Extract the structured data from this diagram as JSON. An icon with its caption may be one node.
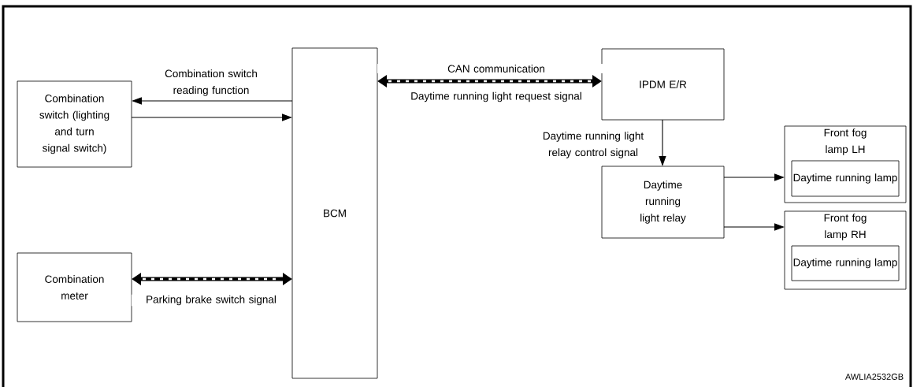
{
  "diagram": {
    "nodes": [
      {
        "text": [
          "Combination switch (lighting and turn signal switch)"
        ]
      },
      {
        "text": [
          "BCM"
        ]
      },
      {
        "text": [
          "IPDM E/R"
        ]
      },
      {
        "text": [
          "Combination meter"
        ]
      },
      {
        "text": [
          "Daytime running light relay"
        ]
      },
      {
        "text": [
          "Front fog lamp LH"
        ]
      },
      {
        "text": [
          "Daytime running lamp"
        ],
        "in": 5
      },
      {
        "text": [
          "Front fog lamp RH"
        ]
      },
      {
        "text": [
          "Daytime running lamp"
        ],
        "in": 7
      }
    ],
    "edges": [
      {
        "from": 1,
        "to": 0,
        "arrow": "to",
        "label": "Combination switch reading function"
      },
      {
        "from": 0,
        "to": 1,
        "arrow": "to"
      },
      {
        "from": 1,
        "to": 2,
        "arrow": "both",
        "style": "thick",
        "label": "CAN communication"
      },
      {
        "from": 3,
        "to": 1,
        "arrow": "both",
        "style": "thick",
        "label": "Parking brake switch signal"
      },
      {
        "from": 2,
        "to": 4,
        "arrow": "to",
        "label": "Daytime running light relay control signal"
      },
      {
        "from": 4,
        "to": 5,
        "arrow": "to"
      },
      {
        "from": 4,
        "to": 7,
        "arrow": "to"
      }
    ],
    "labels": [
      "Daytime running light request signal",
      "AWLIA2532GB"
    ]
  }
}
